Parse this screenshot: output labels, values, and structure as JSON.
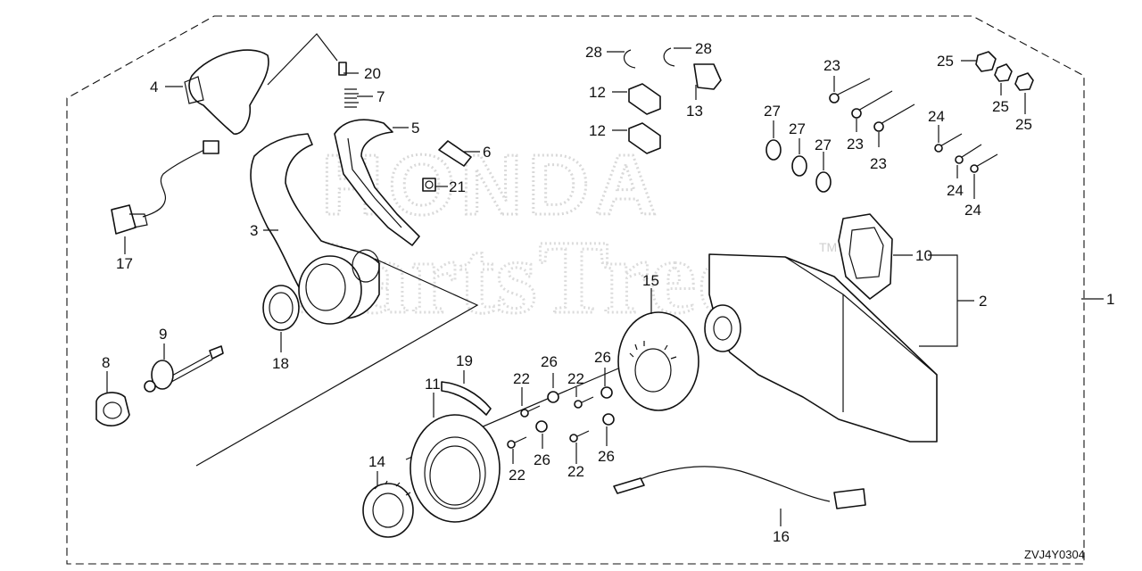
{
  "watermark": {
    "brand": "HONDA",
    "name": "PartsTree",
    "tm": "TM"
  },
  "drawing_code": "ZVJ4Y0304",
  "labels": [
    {
      "id": "1",
      "text": "1"
    },
    {
      "id": "2",
      "text": "2"
    },
    {
      "id": "3",
      "text": "3"
    },
    {
      "id": "4",
      "text": "4"
    },
    {
      "id": "5",
      "text": "5"
    },
    {
      "id": "6",
      "text": "6"
    },
    {
      "id": "7",
      "text": "7"
    },
    {
      "id": "8",
      "text": "8"
    },
    {
      "id": "9",
      "text": "9"
    },
    {
      "id": "10",
      "text": "10"
    },
    {
      "id": "11",
      "text": "11"
    },
    {
      "id": "12a",
      "text": "12"
    },
    {
      "id": "12b",
      "text": "12"
    },
    {
      "id": "13",
      "text": "13"
    },
    {
      "id": "14",
      "text": "14"
    },
    {
      "id": "15",
      "text": "15"
    },
    {
      "id": "16",
      "text": "16"
    },
    {
      "id": "17",
      "text": "17"
    },
    {
      "id": "18",
      "text": "18"
    },
    {
      "id": "19",
      "text": "19"
    },
    {
      "id": "20",
      "text": "20"
    },
    {
      "id": "21",
      "text": "21"
    },
    {
      "id": "22a",
      "text": "22"
    },
    {
      "id": "22b",
      "text": "22"
    },
    {
      "id": "22c",
      "text": "22"
    },
    {
      "id": "22d",
      "text": "22"
    },
    {
      "id": "23a",
      "text": "23"
    },
    {
      "id": "23b",
      "text": "23"
    },
    {
      "id": "23c",
      "text": "23"
    },
    {
      "id": "24a",
      "text": "24"
    },
    {
      "id": "24b",
      "text": "24"
    },
    {
      "id": "24c",
      "text": "24"
    },
    {
      "id": "25a",
      "text": "25"
    },
    {
      "id": "25b",
      "text": "25"
    },
    {
      "id": "25c",
      "text": "25"
    },
    {
      "id": "26a",
      "text": "26"
    },
    {
      "id": "26b",
      "text": "26"
    },
    {
      "id": "26c",
      "text": "26"
    },
    {
      "id": "26d",
      "text": "26"
    },
    {
      "id": "27a",
      "text": "27"
    },
    {
      "id": "27b",
      "text": "27"
    },
    {
      "id": "27c",
      "text": "27"
    },
    {
      "id": "28a",
      "text": "28"
    },
    {
      "id": "28b",
      "text": "28"
    }
  ]
}
